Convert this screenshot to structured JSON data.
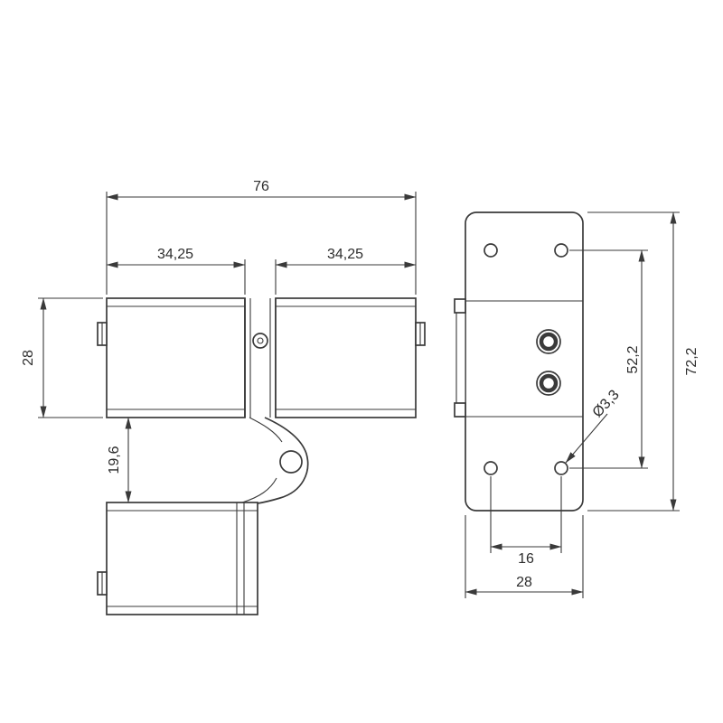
{
  "drawing": {
    "background": "#ffffff",
    "line_color": "#3a3a3a",
    "text_color": "#2d2d2d"
  },
  "front_view": {
    "dim_total_width": "76",
    "dim_left_leaf_width": "34,25",
    "dim_right_leaf_width": "34,25",
    "dim_body_height": "28",
    "dim_leaf_offset": "19,6"
  },
  "side_view": {
    "dim_total_height": "72,2",
    "dim_hole_span_vertical": "52,2",
    "dim_hole_diameter": "Ø3,3",
    "dim_hole_span_horizontal": "16",
    "dim_plate_width": "28"
  }
}
